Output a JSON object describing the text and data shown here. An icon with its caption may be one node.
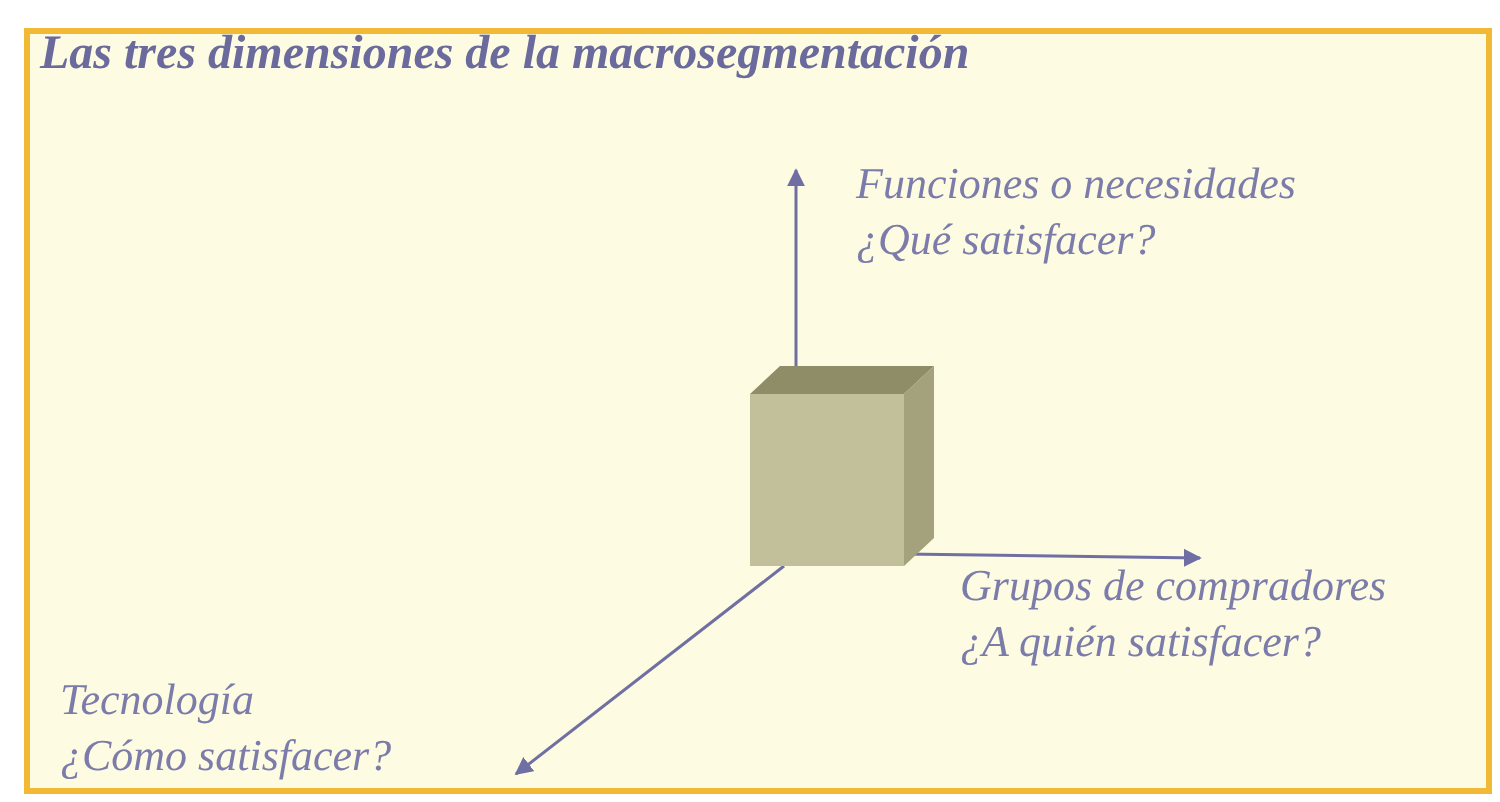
{
  "diagram": {
    "title": "Las tres dimensiones de la macrosegmentación",
    "nodes": [
      {
        "text": [],
        "shape": "box"
      },
      {
        "text": [
          "Funciones o necesidades",
          "¿Qué satisfacer?"
        ]
      },
      {
        "text": [
          "Grupos de compradores",
          "¿A quién satisfacer?"
        ]
      },
      {
        "text": [
          "Tecnología",
          "¿Cómo satisfacer?"
        ]
      }
    ],
    "edges": [
      {
        "from": 0,
        "to": 1,
        "arrow": "to"
      },
      {
        "from": 0,
        "to": 2,
        "arrow": "to"
      },
      {
        "from": 0,
        "to": 3,
        "arrow": "to"
      }
    ]
  }
}
